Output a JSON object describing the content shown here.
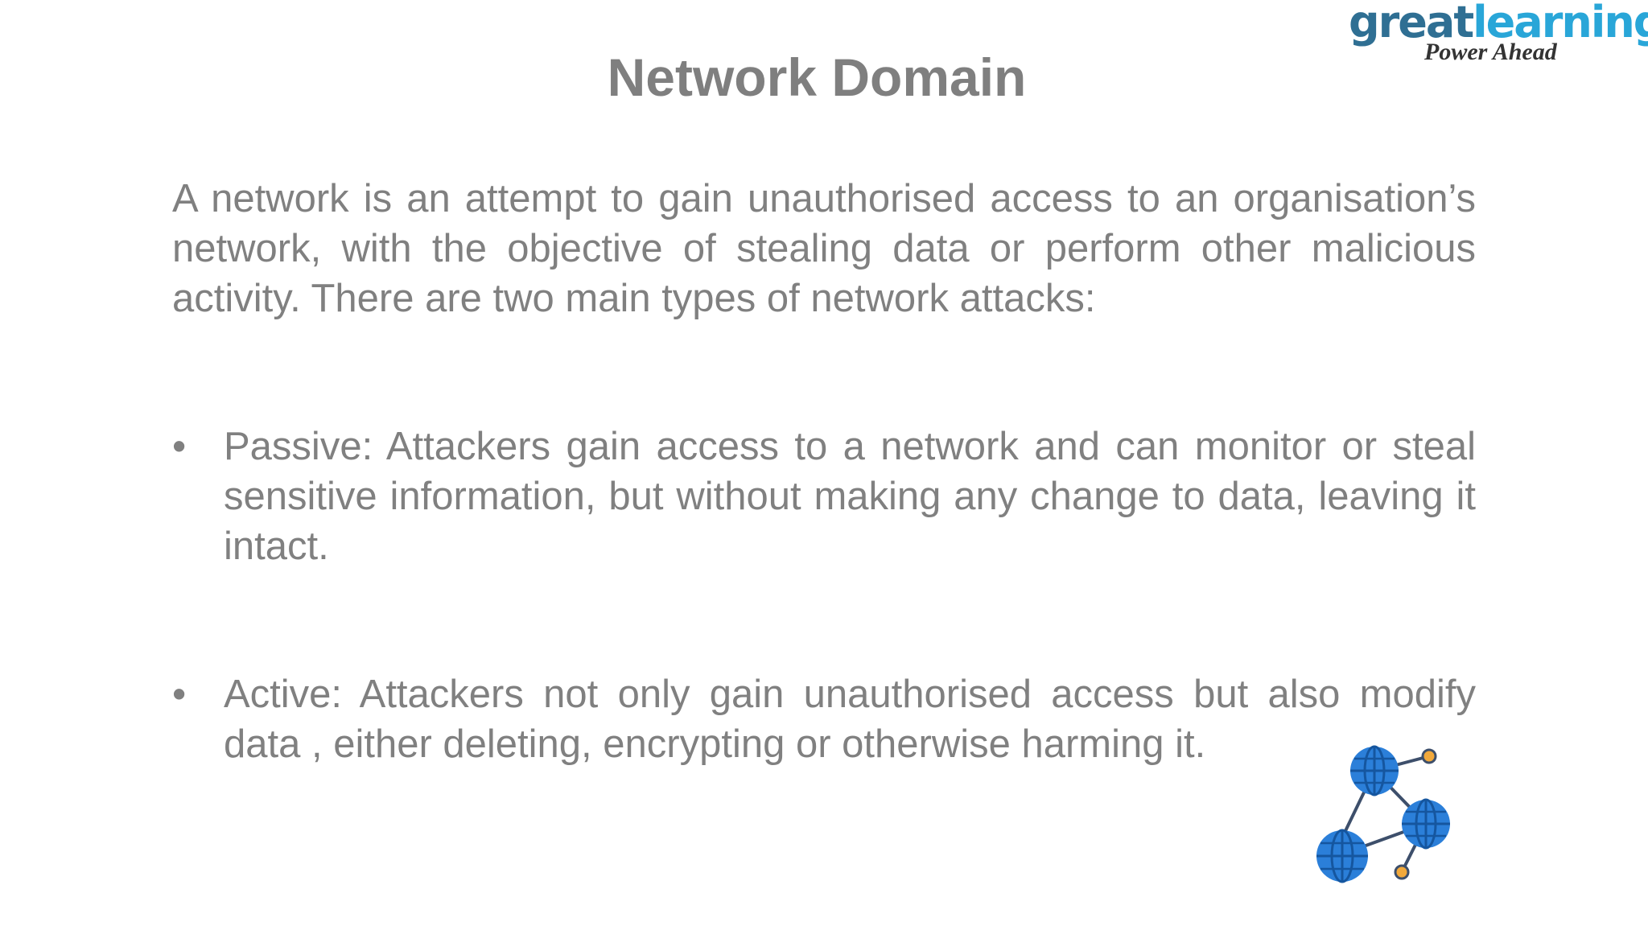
{
  "brand": {
    "word_part1": "great",
    "word_part2": "learning",
    "tagline": "Power Ahead"
  },
  "slide": {
    "title": "Network Domain",
    "intro": "A network is an attempt to gain unauthorised access to an organisation’s network, with the objective of stealing data or perform other malicious activity. There are two main types of network attacks:",
    "bullet_marker": "•",
    "bullets": [
      {
        "text": "Passive: Attackers gain access to a network and can  monitor or steal sensitive information, but without making any change to data, leaving it intact."
      },
      {
        "text": "Active: Attackers not only gain unauthorised access but also modify data , either deleting, encrypting or otherwise harming it."
      }
    ]
  },
  "icons": {
    "network": "network-globes-icon"
  },
  "colors": {
    "text": "#808080",
    "brand_dark": "#2f6f93",
    "brand_light": "#29a6d8",
    "globe_blue": "#2b7fd9",
    "node_orange": "#f2a93b",
    "link": "#3d4f6b"
  }
}
